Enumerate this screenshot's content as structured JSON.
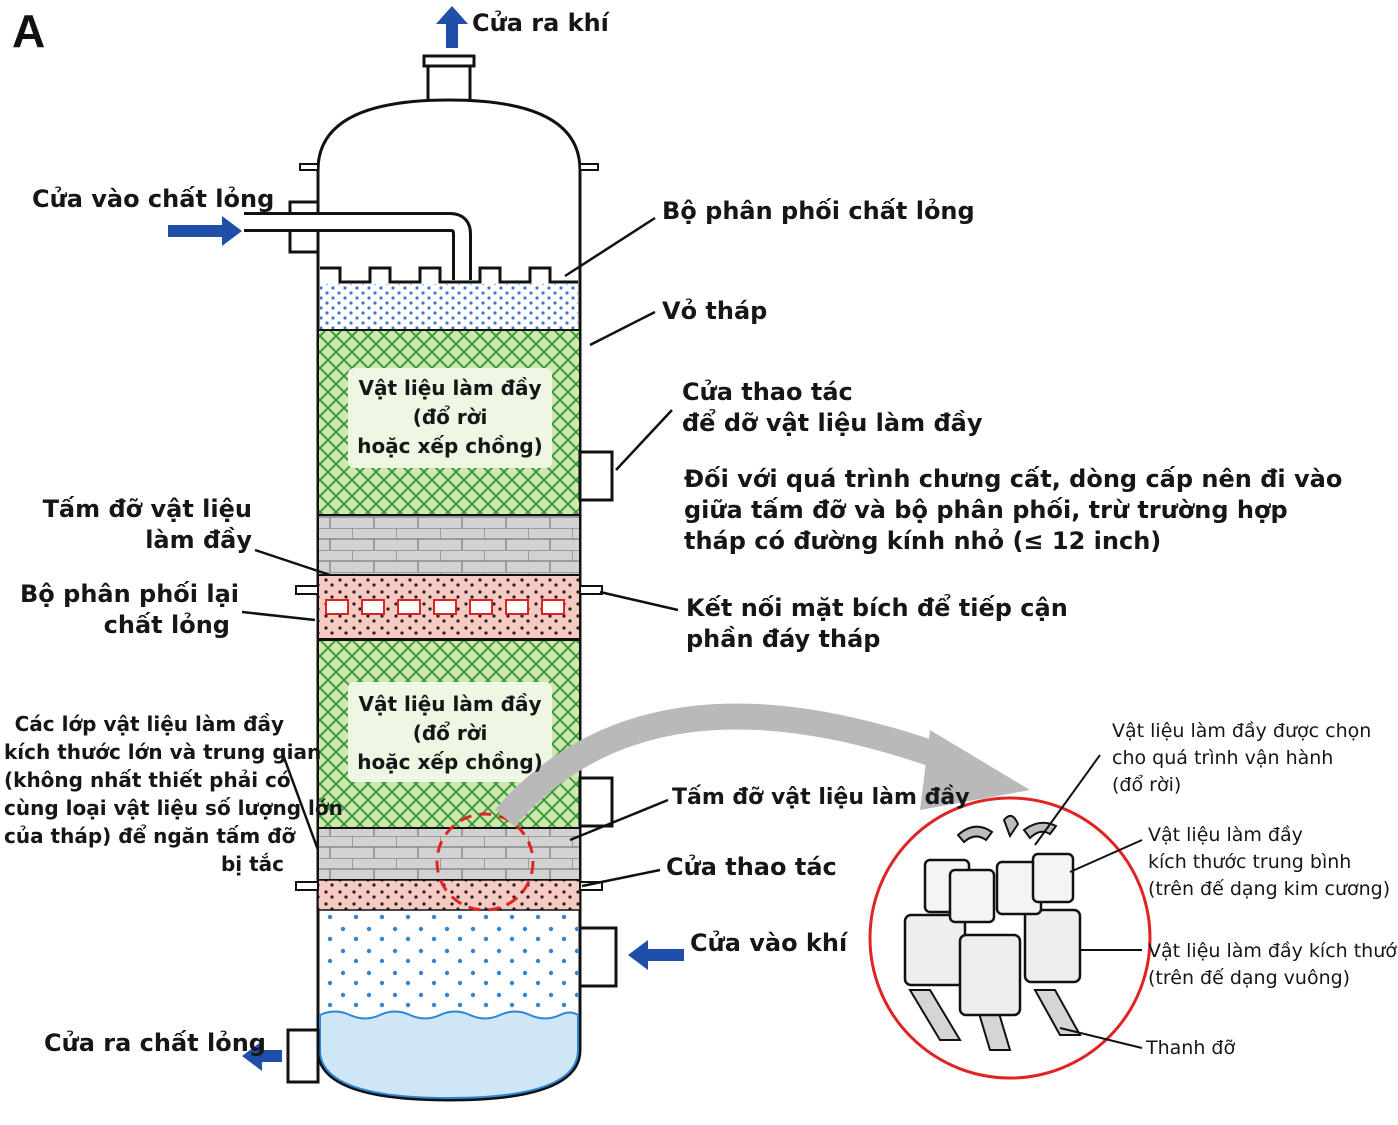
{
  "panel_letter": "A",
  "labels": {
    "gas_outlet": "Cửa ra khí",
    "liquid_inlet": "Cửa vào chất lỏng",
    "liquid_distributor": "Bộ phân phối chất lỏng",
    "shell": "Vỏ tháp",
    "packing_upper": [
      "Vật liệu làm đầy",
      "(đổ rời",
      "hoặc xếp chồng)"
    ],
    "packing_lower": [
      "Vật liệu làm đầy",
      "(đổ rời",
      "hoặc xếp chồng)"
    ],
    "manway_packing": [
      "Cửa thao tác",
      "để dỡ vật liệu làm đầy"
    ],
    "distillation_note": [
      "Đối với quá trình chưng cất, dòng cấp nên đi vào",
      "giữa tấm đỡ và bộ phân phối, trừ trường hợp",
      "tháp có đường kính nhỏ (≤ 12 inch)"
    ],
    "support_plate_upper": [
      "Tấm đỡ vật liệu",
      "làm đầy"
    ],
    "redistributor": [
      "Bộ phân phối lại",
      "chất lỏng"
    ],
    "flange": [
      "Kết nối mặt bích để tiếp cận",
      "phần đáy tháp"
    ],
    "layers_note": [
      "Các lớp vật liệu làm đầy",
      "kích thước lớn và trung gian",
      "(không nhất thiết phải có",
      "cùng loại vật liệu số lượng lớn",
      "của tháp) để ngăn tấm đỡ",
      "bị tắc"
    ],
    "support_plate_lower": "Tấm đỡ vật liệu làm đầy",
    "manway_lower": "Cửa thao tác",
    "gas_inlet": "Cửa vào khí",
    "liquid_outlet": "Cửa ra chất lỏng"
  },
  "detail": {
    "selected_packing": [
      "Vật liệu làm đầy được chọn",
      "cho quá trình vận hành",
      "(đổ rời)"
    ],
    "medium_packing": [
      "Vật liệu làm đầy",
      "kích thước trung bình",
      "(trên đế dạng kim cương)"
    ],
    "large_packing": [
      "Vật liệu làm đầy kích thước lớn",
      "(trên đế dạng vuông)"
    ],
    "support_bars": "Thanh đỡ"
  },
  "colors": {
    "packing_fill": "#cfe8b0",
    "packing_mesh": "#3c9a3a",
    "support_gray": "#cfcfcf",
    "redistributor_pink": "#f6c9c2",
    "arrow_blue": "#1f4fa8",
    "droplet_blue": "#2f86d6",
    "liquid_blue": "#cfe6f7",
    "detail_circle": "#e02424",
    "curved_arrow": "#b9b9b9"
  },
  "icons": [
    "up-arrow-icon",
    "right-arrow-icon",
    "left-arrow-icon",
    "curved-arrow-icon"
  ]
}
